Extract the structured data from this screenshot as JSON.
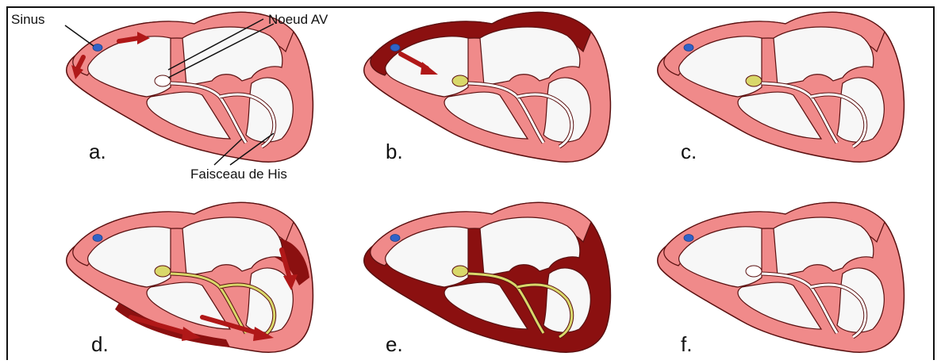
{
  "labels": {
    "sinus": "Sinus",
    "noeud_av": "Noeud AV",
    "faisceau": "Faisceau de His"
  },
  "panels": [
    {
      "letter": "a.",
      "atria": "normal",
      "ventricles": "normal",
      "av_node": "white",
      "bundle": "white",
      "arrows": "sinus-spread"
    },
    {
      "letter": "b.",
      "atria": "depolarized",
      "ventricles": "normal",
      "av_node": "yellow",
      "bundle": "white",
      "arrows": "to-av-node"
    },
    {
      "letter": "c.",
      "atria": "normal",
      "ventricles": "normal",
      "av_node": "yellow",
      "bundle": "white",
      "arrows": "none"
    },
    {
      "letter": "d.",
      "atria": "normal",
      "ventricles": "partial",
      "av_node": "yellow",
      "bundle": "yellow",
      "arrows": "ventricular"
    },
    {
      "letter": "e.",
      "atria": "normal",
      "ventricles": "depolarized",
      "av_node": "yellow",
      "bundle": "yellow",
      "arrows": "none"
    },
    {
      "letter": "f.",
      "atria": "normal",
      "ventricles": "normal",
      "av_node": "white",
      "bundle": "white",
      "arrows": "none"
    }
  ],
  "colors": {
    "muscle": "#f08a8a",
    "muscle_light": "#f6b3b1",
    "depolarized": "#8b1010",
    "chamber": "#f7f7f7",
    "outline": "#5a1010",
    "sinus_node": "#2f63c8",
    "yellow": "#d9d86a",
    "arrow": "#b01818"
  }
}
